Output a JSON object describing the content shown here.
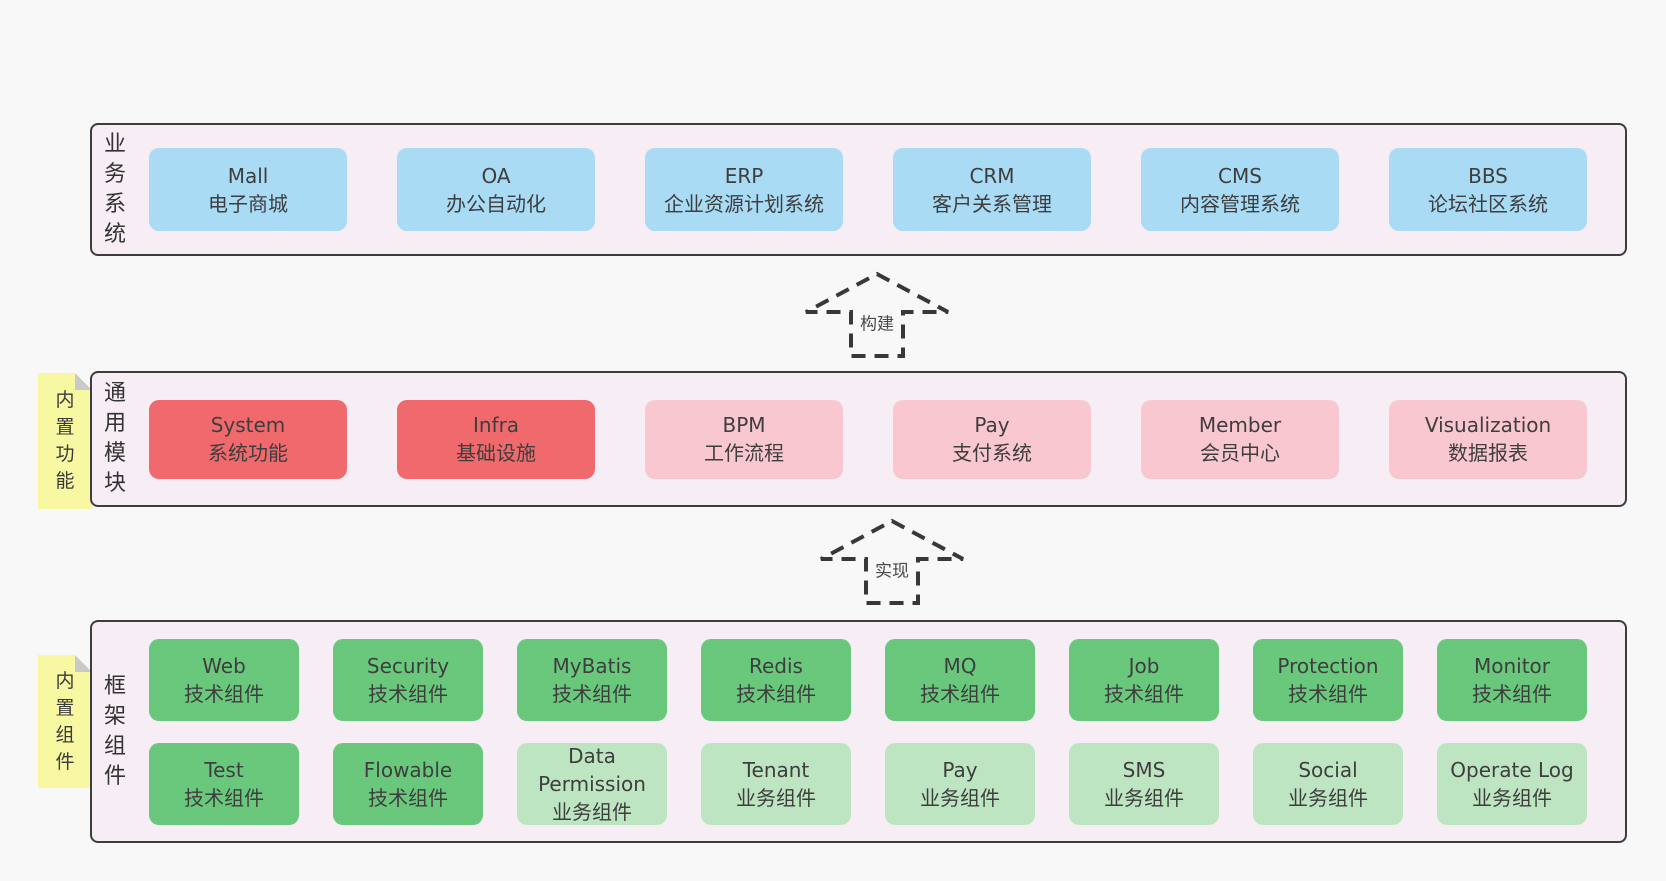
{
  "colors": {
    "page_bg": "#f8f8f8",
    "layer_bg": "#f7edf5",
    "layer_border": "#3d3d3d",
    "blue": "#a9dbf5",
    "red": "#f0696d",
    "pink": "#f9c7cf",
    "green": "#6ac87d",
    "lightgreen": "#bde5c2",
    "note_yellow": "#f9f8a2",
    "note_fold_gray": "#c9c9c9",
    "text": "#3e3e3e"
  },
  "arrows": [
    {
      "label": "构建"
    },
    {
      "label": "实现"
    }
  ],
  "layers": [
    {
      "label": "业务系统",
      "rows": [
        [
          {
            "en": "Mall",
            "zh": "电子商城",
            "variant": "blue"
          },
          {
            "en": "OA",
            "zh": "办公自动化",
            "variant": "blue"
          },
          {
            "en": "ERP",
            "zh": "企业资源计划系统",
            "variant": "blue"
          },
          {
            "en": "CRM",
            "zh": "客户关系管理",
            "variant": "blue"
          },
          {
            "en": "CMS",
            "zh": "内容管理系统",
            "variant": "blue"
          },
          {
            "en": "BBS",
            "zh": "论坛社区系统",
            "variant": "blue"
          }
        ]
      ]
    },
    {
      "label": "通用模块",
      "note": "内置功能",
      "rows": [
        [
          {
            "en": "System",
            "zh": "系统功能",
            "variant": "red"
          },
          {
            "en": "Infra",
            "zh": "基础设施",
            "variant": "red"
          },
          {
            "en": "BPM",
            "zh": "工作流程",
            "variant": "pink"
          },
          {
            "en": "Pay",
            "zh": "支付系统",
            "variant": "pink"
          },
          {
            "en": "Member",
            "zh": "会员中心",
            "variant": "pink"
          },
          {
            "en": "Visualization",
            "zh": "数据报表",
            "variant": "pink"
          }
        ]
      ]
    },
    {
      "label": "框架组件",
      "note": "内置组件",
      "rows": [
        [
          {
            "en": "Web",
            "zh": "技术组件",
            "variant": "green"
          },
          {
            "en": "Security",
            "zh": "技术组件",
            "variant": "green"
          },
          {
            "en": "MyBatis",
            "zh": "技术组件",
            "variant": "green"
          },
          {
            "en": "Redis",
            "zh": "技术组件",
            "variant": "green"
          },
          {
            "en": "MQ",
            "zh": "技术组件",
            "variant": "green"
          },
          {
            "en": "Job",
            "zh": "技术组件",
            "variant": "green"
          },
          {
            "en": "Protection",
            "zh": "技术组件",
            "variant": "green"
          },
          {
            "en": "Monitor",
            "zh": "技术组件",
            "variant": "green"
          }
        ],
        [
          {
            "en": "Test",
            "zh": "技术组件",
            "variant": "green"
          },
          {
            "en": "Flowable",
            "zh": "技术组件",
            "variant": "green"
          },
          {
            "en": "Data Permission",
            "zh": "业务组件",
            "variant": "lightgreen"
          },
          {
            "en": "Tenant",
            "zh": "业务组件",
            "variant": "lightgreen"
          },
          {
            "en": "Pay",
            "zh": "业务组件",
            "variant": "lightgreen"
          },
          {
            "en": "SMS",
            "zh": "业务组件",
            "variant": "lightgreen"
          },
          {
            "en": "Social",
            "zh": "业务组件",
            "variant": "lightgreen"
          },
          {
            "en": "Operate Log",
            "zh": "业务组件",
            "variant": "lightgreen"
          }
        ]
      ]
    }
  ]
}
